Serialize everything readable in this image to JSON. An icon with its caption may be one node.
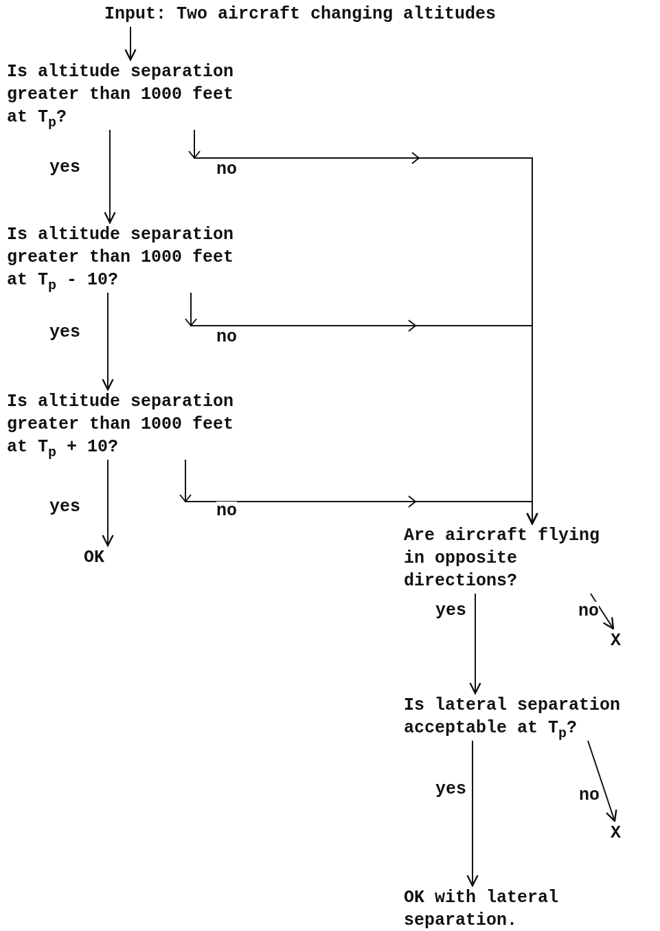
{
  "diagram": {
    "nodes": [
      {
        "text": [
          "Input: Two aircraft changing altitudes"
        ]
      },
      {
        "text": [
          "Is altitude separation greater than 1000 feet at T$_{p}$?"
        ]
      },
      {
        "text": [
          "Is altitude separation greater than 1000 feet at T$_{p}$ - 10?"
        ]
      },
      {
        "text": [
          "Is altitude separation greater than 1000 feet at T$_{p}$ + 10?"
        ]
      },
      {
        "text": [
          "OK"
        ]
      },
      {
        "text": [
          "Are aircraft flying in opposite directions?"
        ]
      },
      {
        "text": [
          "X"
        ]
      },
      {
        "text": [
          "Is lateral separation acceptable at T$_{p}$?"
        ]
      },
      {
        "text": [
          "X"
        ]
      },
      {
        "text": [
          "OK with lateral separation."
        ]
      }
    ],
    "edges": [
      {
        "from": 0,
        "to": 1,
        "arrow": "to"
      },
      {
        "from": 1,
        "to": 2,
        "arrow": "to",
        "label": "yes"
      },
      {
        "from": 1,
        "to": 5,
        "arrow": "to",
        "label": "no"
      },
      {
        "from": 2,
        "to": 3,
        "arrow": "to",
        "label": "yes"
      },
      {
        "from": 2,
        "to": 5,
        "arrow": "to",
        "label": "no"
      },
      {
        "from": 3,
        "to": 4,
        "arrow": "to",
        "label": "yes"
      },
      {
        "from": 3,
        "to": 5,
        "arrow": "to",
        "label": "no"
      },
      {
        "from": 5,
        "to": 7,
        "arrow": "to",
        "label": "yes"
      },
      {
        "from": 5,
        "to": 6,
        "arrow": "to",
        "label": "no"
      },
      {
        "from": 7,
        "to": 9,
        "arrow": "to",
        "label": "yes"
      },
      {
        "from": 7,
        "to": 8,
        "arrow": "to",
        "label": "no"
      }
    ]
  }
}
